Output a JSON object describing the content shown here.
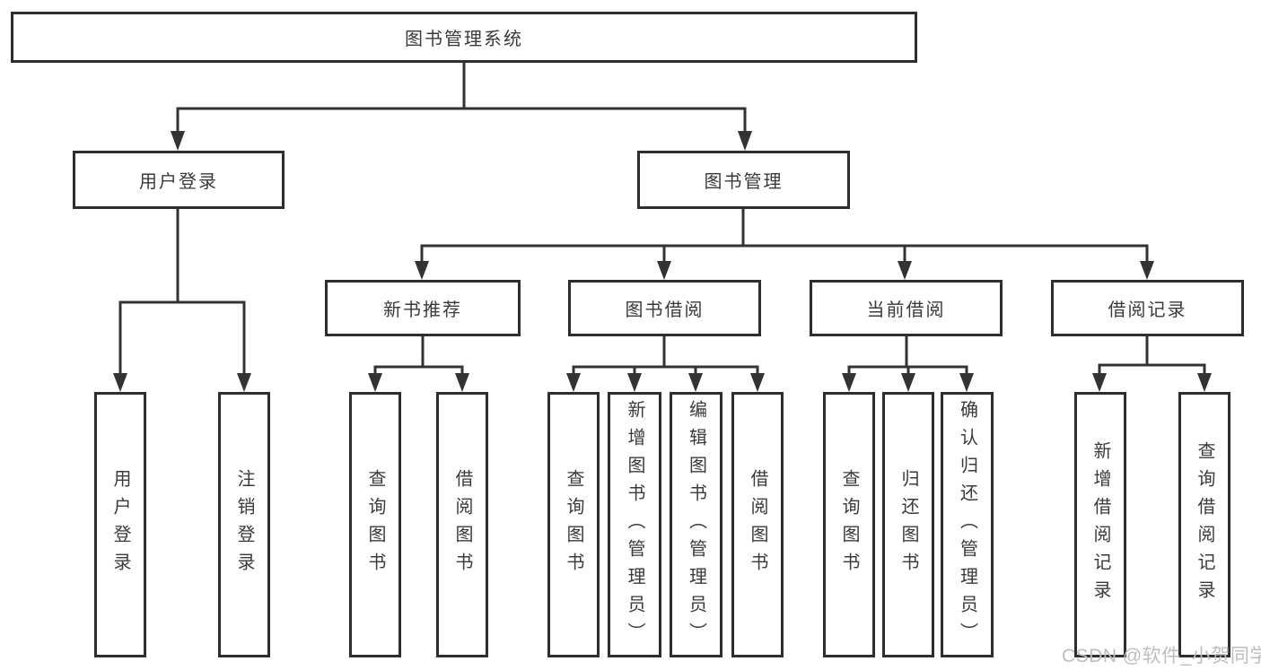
{
  "tree": {
    "root": "图书管理系统",
    "branches": [
      {
        "label": "用户登录",
        "leaves": [
          "用户登录",
          "注销登录"
        ]
      },
      {
        "label": "图书管理",
        "groups": [
          {
            "label": "新书推荐",
            "leaves": [
              "查询图书",
              "借阅图书"
            ]
          },
          {
            "label": "图书借阅",
            "leaves": [
              "查询图书",
              "新增图书（管理员）",
              "编辑图书（管理员）",
              "借阅图书"
            ]
          },
          {
            "label": "当前借阅",
            "leaves": [
              "查询图书",
              "归还图书",
              "确认归还（管理员）"
            ]
          },
          {
            "label": "借阅记录",
            "leaves": [
              "新增借阅记录",
              "查询借阅记录"
            ]
          }
        ]
      }
    ]
  },
  "watermark": "CSDN @软件_小贺同学",
  "colors": {
    "line": "#333333",
    "border": "#2e2e2e",
    "text": "#3a3a3a",
    "watermark": "#bdbdbd",
    "background": "#ffffff"
  }
}
